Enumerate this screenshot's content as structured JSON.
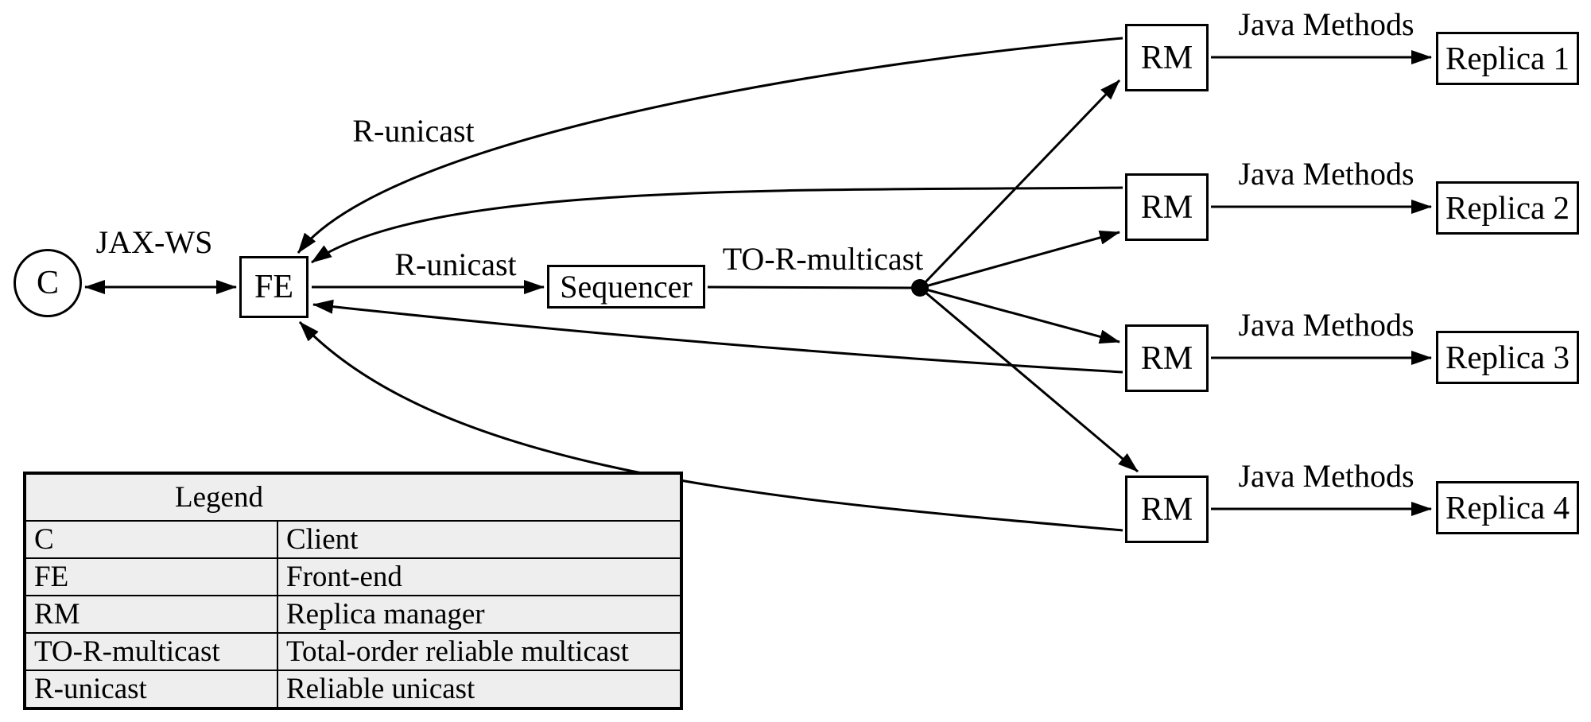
{
  "nodes": {
    "client": "C",
    "front_end": "FE",
    "sequencer": "Sequencer"
  },
  "edge_labels": {
    "jax_ws": "JAX-WS",
    "r_unicast_top": "R-unicast",
    "r_unicast_mid": "R-unicast",
    "to_r_multicast": "TO-R-multicast"
  },
  "rows": [
    {
      "rm_label": "RM",
      "edge_label": "Java Methods",
      "replica_label": "Replica 1"
    },
    {
      "rm_label": "RM",
      "edge_label": "Java Methods",
      "replica_label": "Replica 2"
    },
    {
      "rm_label": "RM",
      "edge_label": "Java Methods",
      "replica_label": "Replica 3"
    },
    {
      "rm_label": "RM",
      "edge_label": "Java Methods",
      "replica_label": "Replica 4"
    }
  ],
  "legend": {
    "title": "Legend",
    "rows": [
      {
        "term": "C",
        "description": "Client"
      },
      {
        "term": "FE",
        "description": "Front-end"
      },
      {
        "term": "RM",
        "description": "Replica manager"
      },
      {
        "term": "TO-R-multicast",
        "description": "Total-order reliable multicast"
      },
      {
        "term": "R-unicast",
        "description": "Reliable unicast"
      }
    ]
  },
  "colors": {
    "stroke": "#000000",
    "legend_fill": "#eeeeee",
    "background": "#ffffff"
  }
}
